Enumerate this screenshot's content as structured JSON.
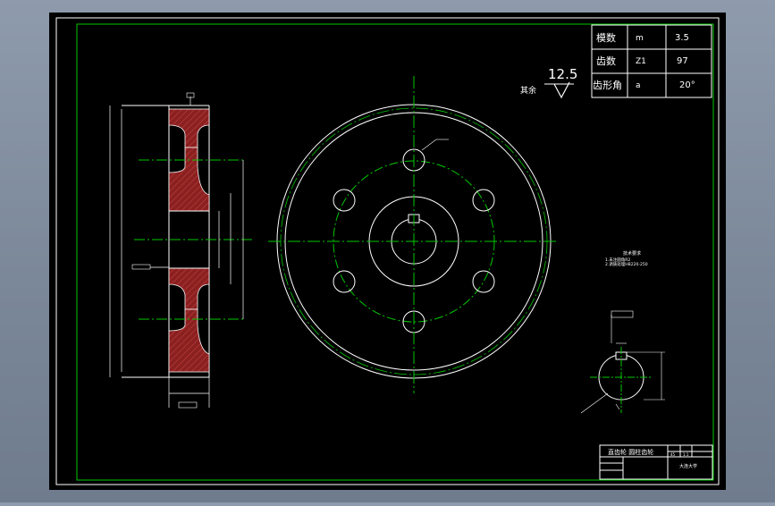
{
  "colors": {
    "background": "#8e9bac",
    "canvas": "#000000",
    "frame": "#00c800",
    "line": "#ffffff",
    "section": "#8a2020",
    "centerline": "#00c800"
  },
  "param_table": {
    "rows": [
      {
        "name": "模数",
        "symbol": "m",
        "value": "3.5"
      },
      {
        "name": "齿数",
        "symbol": "Z1",
        "value": "97"
      },
      {
        "name": "齿形角",
        "symbol": "a",
        "value": "20°"
      }
    ]
  },
  "roughness": {
    "value": "12.5",
    "label": "其余"
  },
  "notes": {
    "title": "技术要求",
    "lines": [
      "1.未注圆角R2",
      "2.调质处理HB220-250"
    ]
  },
  "title_block": {
    "title": "直齿轮 圆柱齿轮",
    "material": "45",
    "scale": "1:1",
    "school": "大连大学"
  }
}
